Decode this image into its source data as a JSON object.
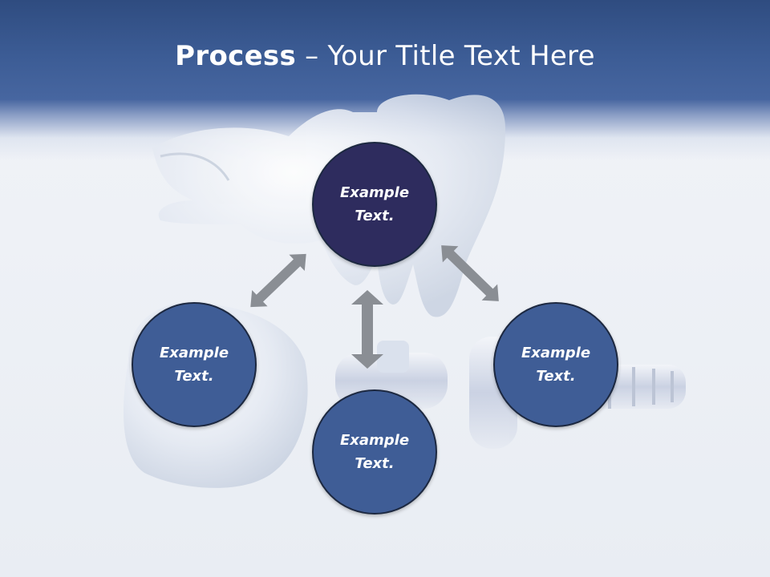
{
  "title": {
    "bold": "Process",
    "rest": " – Your Title Text Here"
  },
  "nodes": {
    "top": "Example Text.",
    "left": "Example Text.",
    "bottom": "Example Text.",
    "right": "Example Text."
  },
  "colors": {
    "header": "#3f5d96",
    "top_node": "#2e2c5e",
    "other_nodes": "#3f5d96",
    "arrows": "#8a8e94"
  }
}
